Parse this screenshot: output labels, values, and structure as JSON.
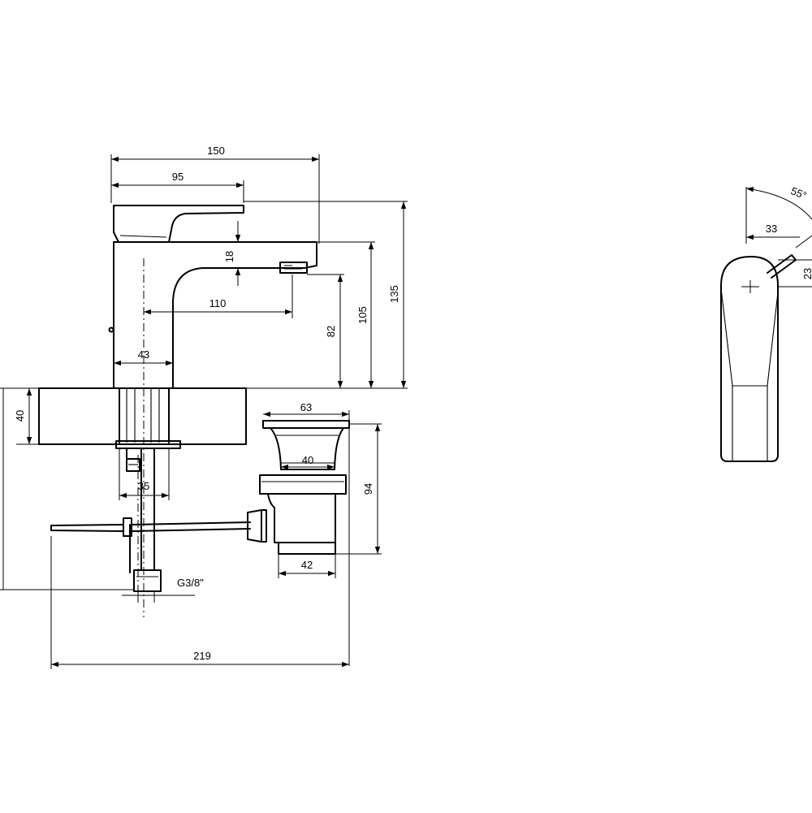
{
  "dimensions": {
    "overall_length": "150",
    "lever_length": "95",
    "spout_gap": "18",
    "spout_reach": "110",
    "outlet_height": "82",
    "spout_height": "105",
    "total_height": "135",
    "body_width": "43",
    "deck_thickness": "40",
    "shank_dia": "35",
    "connection": "G3/8\"",
    "pop_up_top_dia": "63",
    "pop_up_neck_dia": "40",
    "pop_up_height": "94",
    "pop_up_base_dia": "42",
    "pull_rod_length": "219",
    "lever_angle": "55°",
    "lever_offset": "33",
    "lever_rise": "23"
  }
}
